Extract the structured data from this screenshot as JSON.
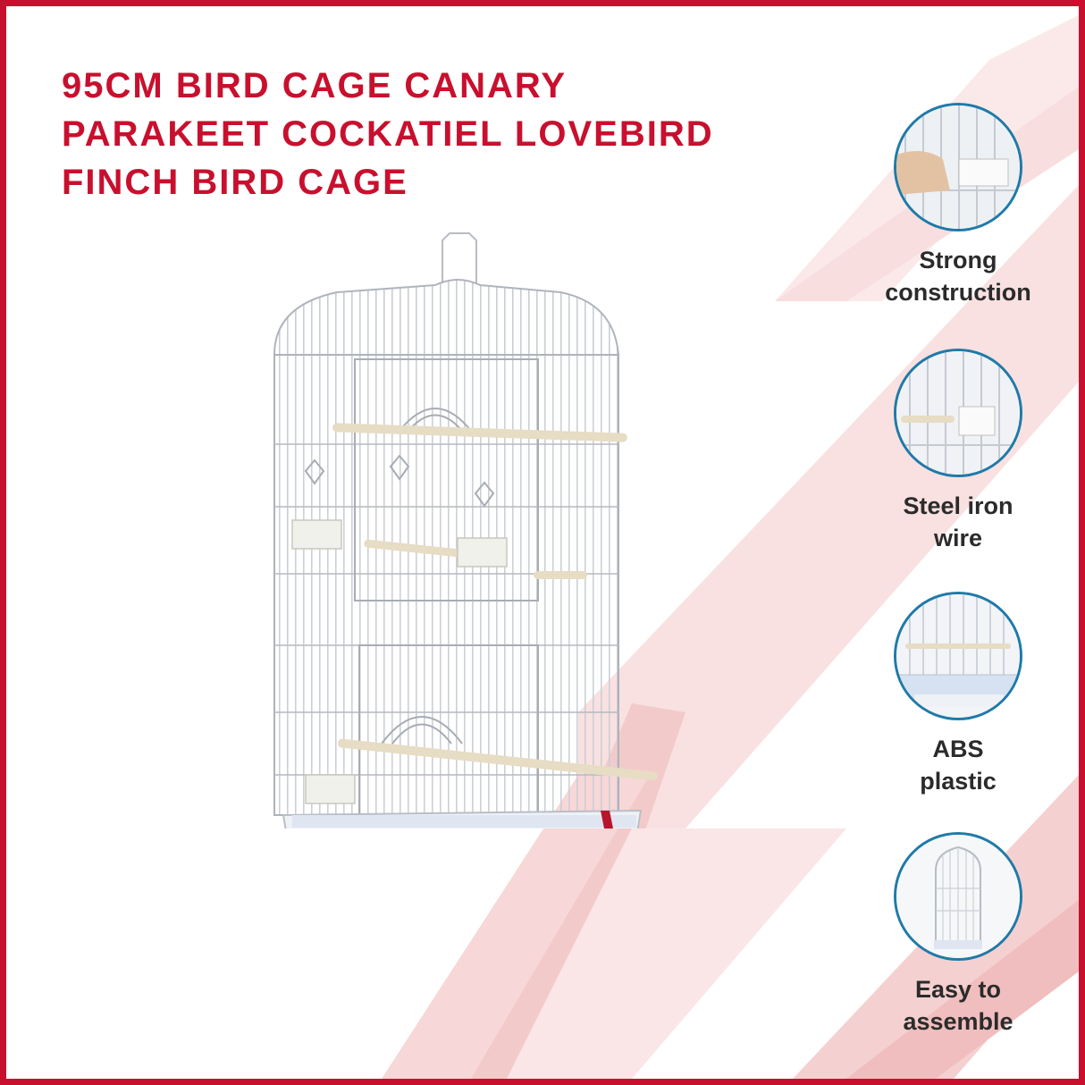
{
  "title_lines": [
    "95CM BIRD CAGE CANARY",
    "PARAKEET COCKATIEL LOVEBIRD",
    "FINCH BIRD CAGE"
  ],
  "features": [
    {
      "icon": "hand-grip-icon",
      "label_lines": [
        "Strong",
        "construction"
      ]
    },
    {
      "icon": "wire-feeder-icon",
      "label_lines": [
        "Steel iron",
        "wire"
      ]
    },
    {
      "icon": "plastic-tray-icon",
      "label_lines": [
        "ABS",
        "plastic"
      ]
    },
    {
      "icon": "cage-assembly-icon",
      "label_lines": [
        "Easy to",
        "assemble"
      ]
    }
  ],
  "colors": {
    "title_red": "#c8102e",
    "border_red": "#c8102e",
    "circle_blue": "#1f7aa8",
    "label_dark": "#2b2b2b",
    "stripe_pink": "#f6d5d5"
  }
}
